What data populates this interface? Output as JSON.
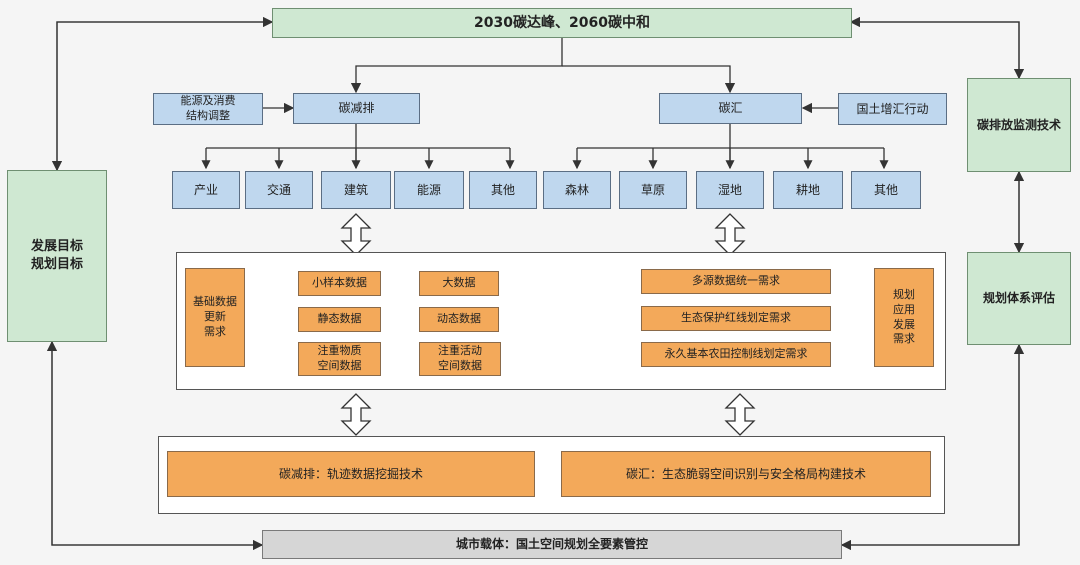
{
  "top_goal": "2030碳达峰、2060碳中和",
  "left_side": "发展目标\n规划目标",
  "right_top": "碳排放监测技术",
  "right_bottom": "规划体系评估",
  "bottom_bar": "城市载体：国土空间规划全要素管控",
  "carbon_reduction": {
    "title": "碳减排",
    "input": "能源及消费\n结构调整",
    "items": [
      "产业",
      "交通",
      "建筑",
      "能源",
      "其他"
    ]
  },
  "carbon_sink": {
    "title": "碳汇",
    "input": "国土增汇行动",
    "items": [
      "森林",
      "草原",
      "湿地",
      "耕地",
      "其他"
    ]
  },
  "middle": {
    "base_update": "基础数据\n更新\n需求",
    "small_sample": "小样本数据",
    "big_data": "大数据",
    "static_data": "静态数据",
    "dynamic_data": "动态数据",
    "material_space": "注重物质\n空间数据",
    "activity_space": "注重活动\n空间数据",
    "multi_source": "多源数据统一需求",
    "eco_redline": "生态保护红线划定需求",
    "farmland_line": "永久基本农田控制线划定需求",
    "planning_app": "规划\n应用\n发展\n需求"
  },
  "tech": {
    "reduction": "碳减排：轨迹数据挖掘技术",
    "sink": "碳汇：生态脆弱空间识别与安全格局构建技术"
  }
}
